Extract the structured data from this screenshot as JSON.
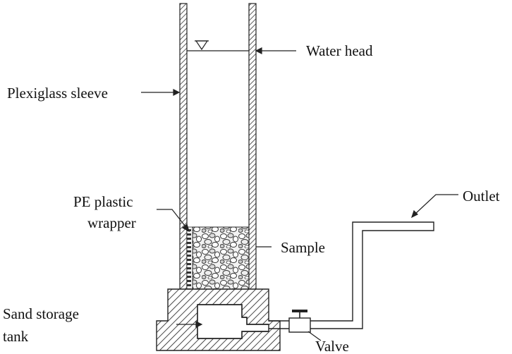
{
  "labels": {
    "water_head": "Water head",
    "plexiglass_sleeve": "Plexiglass sleeve",
    "pe_wrapper_line1": "PE plastic",
    "pe_wrapper_line2": "wrapper",
    "sample": "Sample",
    "outlet": "Outlet",
    "sand_tank_line1": "Sand storage",
    "sand_tank_line2": "tank",
    "valve": "Valve"
  },
  "colors": {
    "stroke": "#222222",
    "hatch": "#333333",
    "background": "#ffffff"
  }
}
